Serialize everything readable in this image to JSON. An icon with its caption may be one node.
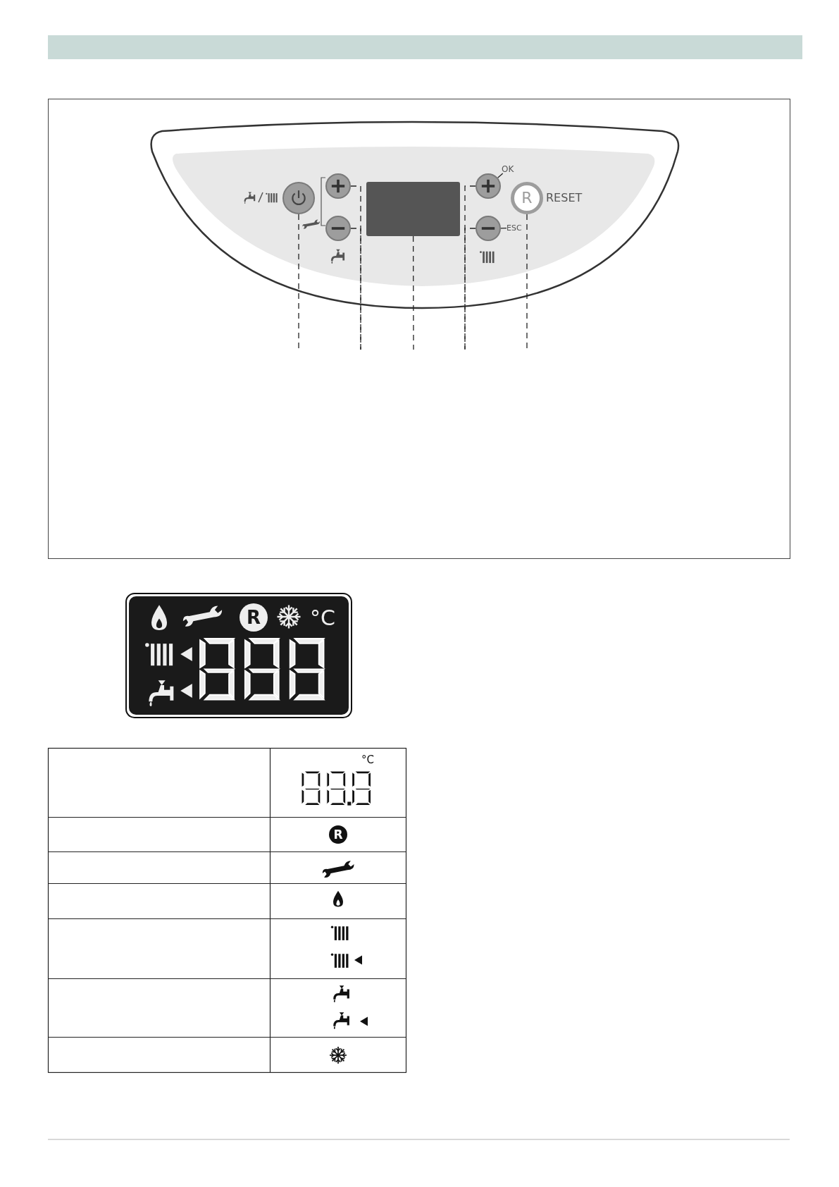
{
  "diagram": {
    "nodes": [
      {
        "text": [],
        "shape": "circle"
      },
      {
        "text": [],
        "shape": "circle"
      },
      {
        "text": [],
        "shape": "circle"
      },
      {
        "text": [],
        "shape": "box"
      },
      {
        "text": [],
        "shape": "circle"
      },
      {
        "text": [],
        "shape": "circle"
      },
      {
        "text": [
          "R"
        ],
        "beside": [
          "RESET"
        ]
      },
      {
        "text": [
          "OK"
        ]
      },
      {
        "text": [
          "ESC"
        ]
      }
    ],
    "edges": [
      {
        "from": 0,
        "to": null,
        "arrow": "none",
        "style": "dashed"
      },
      {
        "from": 1,
        "to": null,
        "arrow": "none",
        "style": "dashed"
      },
      {
        "from": 2,
        "to": null,
        "arrow": "none",
        "style": "dashed"
      },
      {
        "from": 3,
        "to": null,
        "arrow": "none",
        "style": "dashed"
      },
      {
        "from": 4,
        "to": null,
        "arrow": "none",
        "style": "dashed"
      },
      {
        "from": 5,
        "to": null,
        "arrow": "none",
        "style": "dashed"
      },
      {
        "from": 6,
        "to": null,
        "arrow": "none",
        "style": "dashed"
      },
      {
        "from": 7,
        "to": 4,
        "arrow": "none"
      },
      {
        "from": 8,
        "to": 5,
        "arrow": "none"
      }
    ],
    "labels": [
      "R",
      "°C",
      "°C",
      "R"
    ]
  }
}
